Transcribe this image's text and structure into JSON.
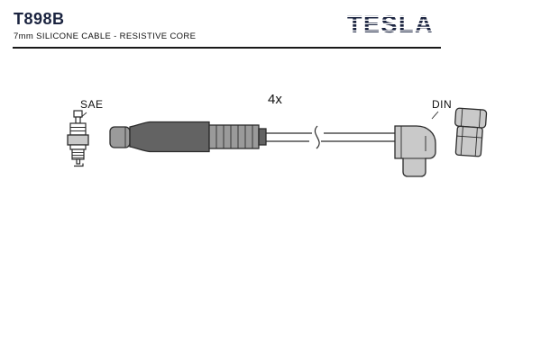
{
  "header": {
    "part_number": "T898B",
    "subtitle": "7mm SILICONE CABLE - RESISTIVE CORE",
    "brand": "TESLA"
  },
  "diagram": {
    "quantity_label": "4x",
    "left_connector_label": "SAE",
    "right_connector_label": "DIN"
  },
  "icons": {
    "spark_plug": "spark-plug-drawing",
    "straight_boot": "sae-straight-boot-drawing",
    "elbow_boot": "din-elbow-boot-drawing",
    "terminal": "din-terminal-drawing",
    "cable_break": "cable-break-symbol"
  },
  "colors": {
    "brand_navy": "#1b2440",
    "line": "#2b2b2b",
    "boot_dark": "#636363",
    "metal_mid": "#9a9a9a",
    "metal_light": "#c9c9c9"
  }
}
